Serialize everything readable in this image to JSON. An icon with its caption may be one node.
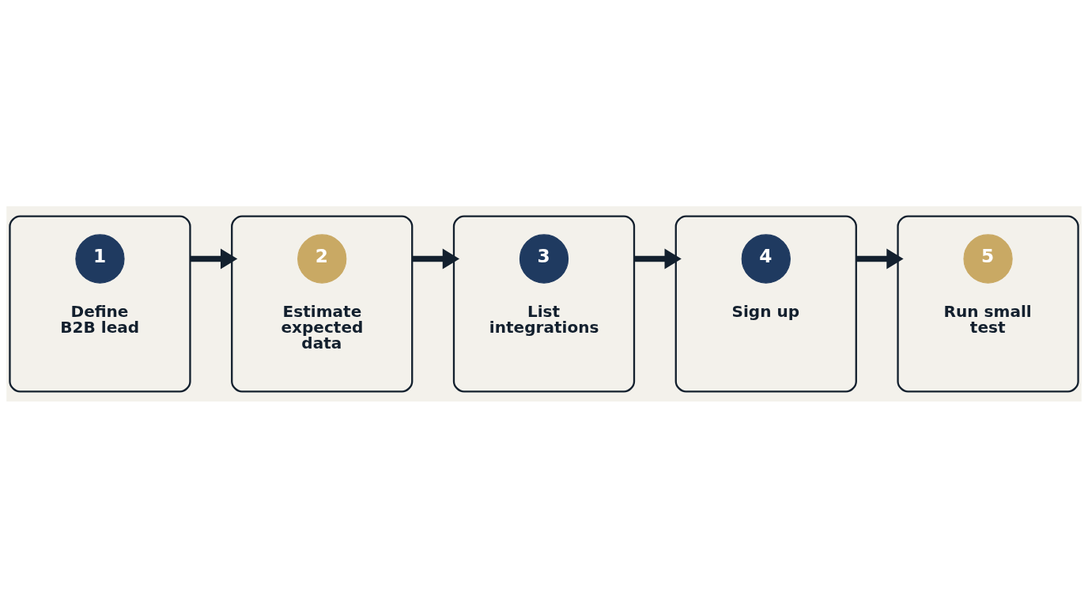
{
  "diagram": {
    "nodes": [
      {
        "text": [
          "Define B2B lead"
        ]
      },
      {
        "text": [
          "1"
        ],
        "in": 0
      },
      {
        "text": [
          "Estimate expected data"
        ]
      },
      {
        "text": [
          "2"
        ],
        "in": 2
      },
      {
        "text": [
          "List integrations"
        ]
      },
      {
        "text": [
          "3"
        ],
        "in": 4
      },
      {
        "text": [
          "Sign up"
        ]
      },
      {
        "text": [
          "4"
        ],
        "in": 6
      },
      {
        "text": [
          "Run small test"
        ]
      },
      {
        "text": [
          "5"
        ],
        "in": 8
      }
    ],
    "edges": [
      {
        "from": 0,
        "to": 2,
        "arrow": "to"
      },
      {
        "from": 2,
        "to": 4,
        "arrow": "to"
      },
      {
        "from": 4,
        "to": 6,
        "arrow": "to"
      },
      {
        "from": 6,
        "to": 8,
        "arrow": "to"
      }
    ]
  }
}
